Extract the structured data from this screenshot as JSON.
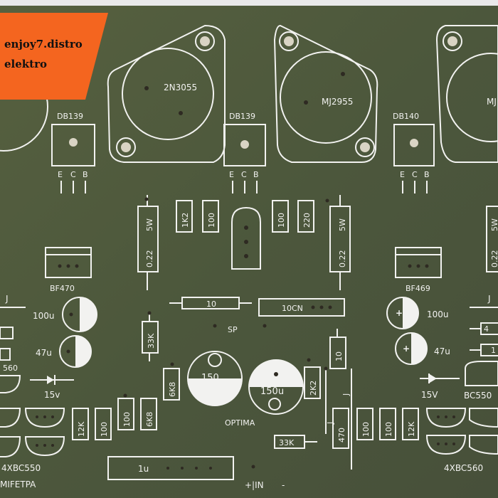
{
  "photo": {
    "subject": "Printed circuit board of an audio power amplifier (component side silkscreen)",
    "board_color": "#4f5a3e",
    "silkscreen_color": "#f2f2f0",
    "banner_color": "#f4651f"
  },
  "watermark": {
    "line1": "enjoy7.distro",
    "line2": "elektro"
  },
  "transistors": {
    "left_power": "2N3055",
    "right_power": "MJ2955",
    "edge_power": "MJ",
    "driver_left": "DB139",
    "driver_mid": "DB139",
    "driver_right": "DB140"
  },
  "pins": {
    "e": "E",
    "c": "C",
    "b": "B"
  },
  "resistors": {
    "r_022_left": "0.22",
    "r_5w_left": "5W",
    "r_1k2": "1K2",
    "r_100_a": "100",
    "r_100_b": "100",
    "r_220": "220",
    "r_022_right": "0.22",
    "r_5w_right": "5W",
    "r_10": "10",
    "r_33k_left": "33K",
    "r_6k8_a": "6K8",
    "r_12k_left": "12K",
    "r_100_c": "100",
    "r_100_d": "100",
    "r_6k8_b": "6K8",
    "r_2k2": "2K2",
    "r_10_right": "10",
    "r_470": "470",
    "r_100_e": "100",
    "r_100_f": "100",
    "r_12k_right": "12K",
    "r_33k_bottom": "33K"
  },
  "capacitors": {
    "c_100u_left": "100u",
    "c_47u_left": "47u",
    "c_150_top": "150",
    "c_150u": "150u",
    "c_100u_right": "100u",
    "c_47u_right": "47u",
    "c_1u": "1u"
  },
  "labels": {
    "bf470": "BF470",
    "bf469": "BF469",
    "j_left": "J",
    "j_right": "J",
    "j_center": "J",
    "j_center2": "J",
    "c560": "560",
    "z15v_left": "15v",
    "z15v_right": "15V",
    "bc550_right": "BC550",
    "c10cn": "10CN",
    "sp": "SP",
    "optima": "OPTIMA",
    "x4bc550": "4XBC550",
    "x4bc560": "4XBC560",
    "mifetpa": "MIFETPA",
    "in": "+|IN",
    "minus": "-",
    "r_edge_1": "1",
    "r_edge_5w": "5W",
    "r_edge_022": "0.22"
  }
}
